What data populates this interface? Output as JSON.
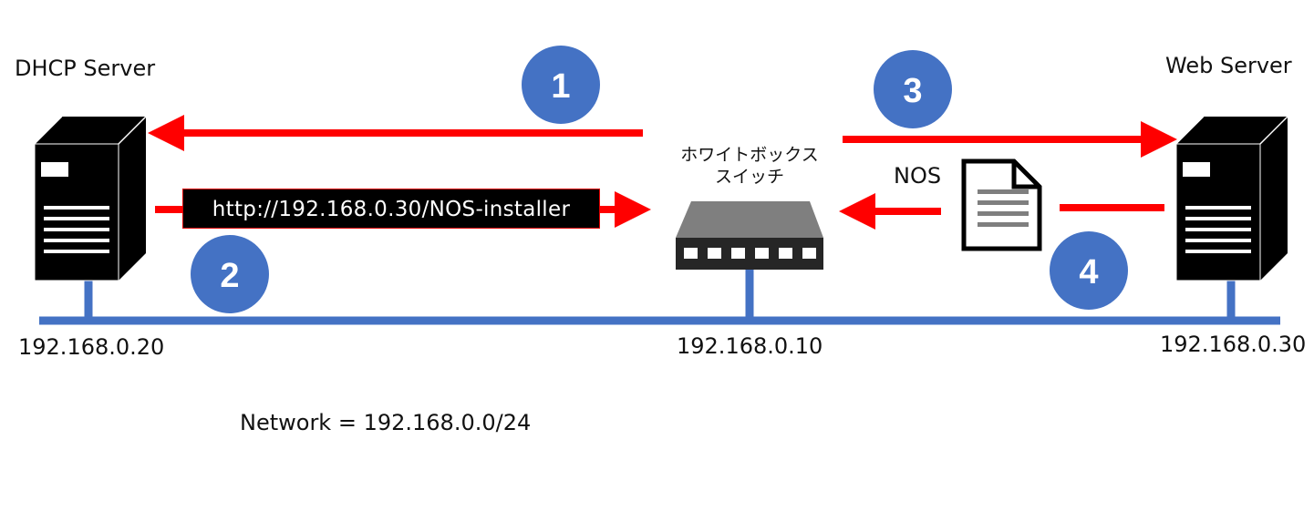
{
  "nodes": {
    "dhcp_server": {
      "title": "DHCP Server",
      "ip": "192.168.0.20"
    },
    "switch": {
      "title_line1": "ホワイトボックス",
      "title_line2": "スイッチ",
      "ip": "192.168.0.10"
    },
    "web_server": {
      "title": "Web Server",
      "ip": "192.168.0.30"
    }
  },
  "messages": {
    "url": "http://192.168.0.30/NOS-installer",
    "nos": "NOS"
  },
  "steps": [
    "1",
    "2",
    "3",
    "4"
  ],
  "network_label": "Network = 192.168.0.0/24",
  "colors": {
    "arrow": "#ff0000",
    "network_line": "#4472c4",
    "badge": "#4472c4",
    "server_body": "#000000",
    "switch_top": "#7f7f7f",
    "switch_front": "#262626"
  },
  "icons": [
    "server-icon",
    "network-switch-icon",
    "document-icon"
  ]
}
